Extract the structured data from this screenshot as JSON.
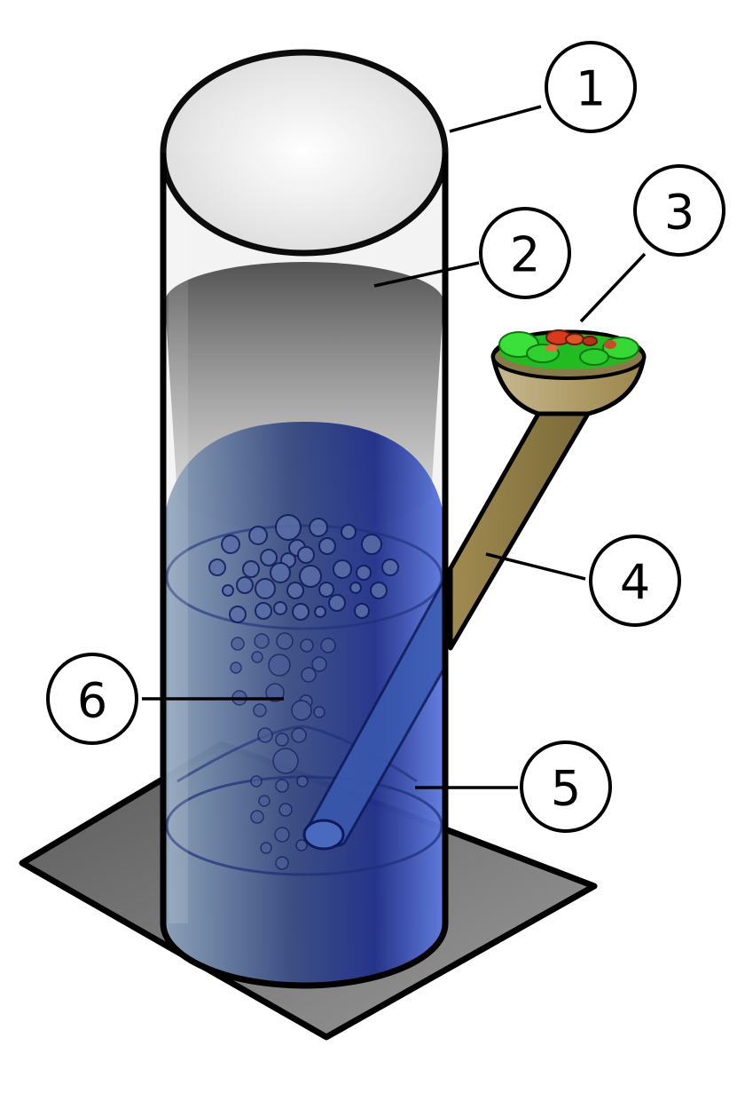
{
  "callouts": [
    {
      "id": "1",
      "label": "1"
    },
    {
      "id": "2",
      "label": "2"
    },
    {
      "id": "3",
      "label": "3"
    },
    {
      "id": "4",
      "label": "4"
    },
    {
      "id": "5",
      "label": "5"
    },
    {
      "id": "6",
      "label": "6"
    }
  ],
  "colors": {
    "base_plate": "#8a8a8a",
    "water_dark": "#1f2f8a",
    "water_light": "#8aa0c8",
    "smoke": "#555555",
    "stem": "#9b8548",
    "herb_green": "#2ecc2e",
    "herb_red": "#d43a1a",
    "outline": "#000000"
  }
}
